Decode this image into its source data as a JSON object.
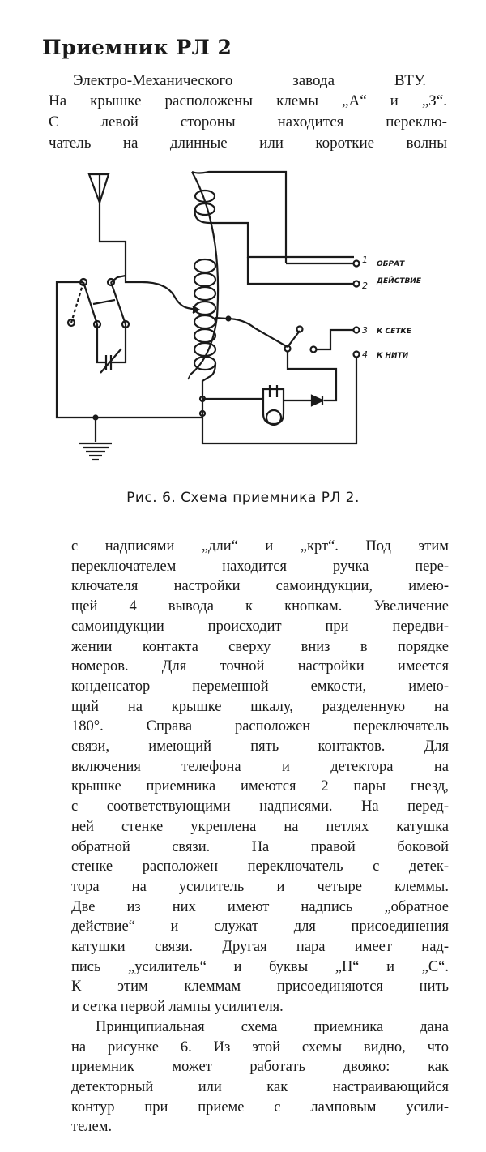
{
  "heading": "Приемник РЛ 2",
  "intro_lines": [
    "Электро-Механического завода ВТУ.",
    "На крышке расположены клемы „А“ и „З“.",
    "С левой стороны находится переклю-",
    "чатель на длинные или короткие волны"
  ],
  "figure": {
    "labels": {
      "t1_num": "1",
      "t1_text": "ОБРАТ",
      "t2_num": "2",
      "t2_text": "ДЕЙСТВИЕ",
      "t3_num": "3",
      "t3_text": "К СЕТКЕ",
      "t4_num": "4",
      "t4_text": "К НИТИ"
    },
    "caption": "Рис. 6. Схема приемника РЛ 2."
  },
  "body_lines": [
    "с надписями „дли“ и „крт“. Под этим",
    "переключателем находится ручка пере-",
    "ключателя настройки самоиндукции, имею-",
    "щей 4 вывода к кнопкам. Увеличение",
    "самоиндукции происходит при передви-",
    "жении контакта сверху вниз в порядке",
    "номеров. Для точной настройки имеется",
    "конденсатор переменной емкости, имею-",
    "щий на крышке шкалу, разделенную на",
    "180°. Справа расположен переключатель",
    "связи, имеющий пять контактов. Для",
    "включения телефона и детектора на",
    "крышке приемника имеются 2 пары гнезд,",
    "с соответствующими надписями. На перед-",
    "ней стенке укреплена на петлях катушка",
    "обратной связи. На правой боковой",
    "стенке расположен переключатель с детек-",
    "тора на усилитель и четыре клеммы.",
    "Две из них имеют надпись „обратное",
    "действие“ и служат для присоединения",
    "катушки связи. Другая пара имеет над-",
    "пись „усилитель“ и буквы „Н“ и „С“.",
    "К этим клеммам присоединяются нить",
    "и сетка первой лампы усилителя.",
    "Принципиальная схема приемника дана",
    "на рисунке 6. Из этой схемы видно, что",
    "приемник может работать двояко: как",
    "детекторный или как настраивающийся",
    "контур при приеме с ламповым усили-",
    "телем."
  ]
}
